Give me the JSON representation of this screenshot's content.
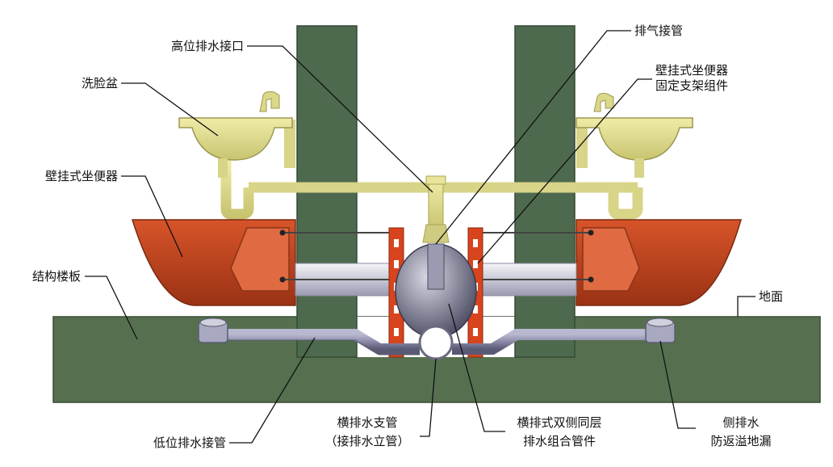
{
  "labels": {
    "high_drain": "高位排水接口",
    "washbasin": "洗脸盆",
    "wall_toilet_left": "壁挂式坐便器",
    "structural_slab": "结构楼板",
    "vent_pipe": "排气接管",
    "bracket_line1": "壁挂式坐便器",
    "bracket_line2": "固定支架组件",
    "floor_surface": "地面",
    "low_drain": "低位排水接管",
    "branch_line1": "横排水支管",
    "branch_line2": "（接排水立管）",
    "combo_line1": "横排式双侧同层",
    "combo_line2": "排水组合管件",
    "drain_line1": "侧排水",
    "drain_line2": "防返溢地漏"
  },
  "colors": {
    "wall": "#4e6a4e",
    "slab": "#56704f",
    "basin": "#dcd88a",
    "toilet": "#c0441e",
    "bracket": "#d8441e",
    "pipe": "#8a8aa8",
    "fitting": "#6a6a80"
  }
}
